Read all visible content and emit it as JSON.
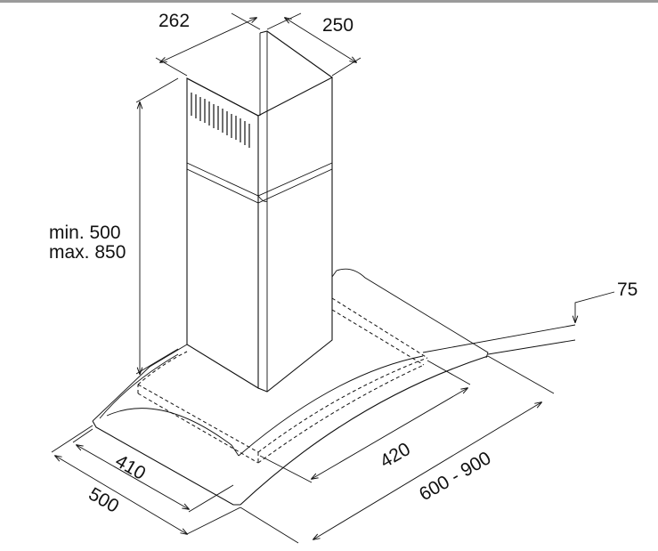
{
  "diagram": {
    "dimensions": {
      "chimney_width": "262",
      "chimney_depth": "250",
      "chimney_height_min": "min. 500",
      "chimney_height_max": "max. 850",
      "glass_thickness": "75",
      "canopy_depth_inner": "410",
      "canopy_depth_outer": "500",
      "canopy_width_inner": "420",
      "canopy_width_outer": "600 - 900"
    },
    "colors": {
      "line": "#111111",
      "background": "#ffffff",
      "top_rule": "#9a9a9a"
    }
  }
}
